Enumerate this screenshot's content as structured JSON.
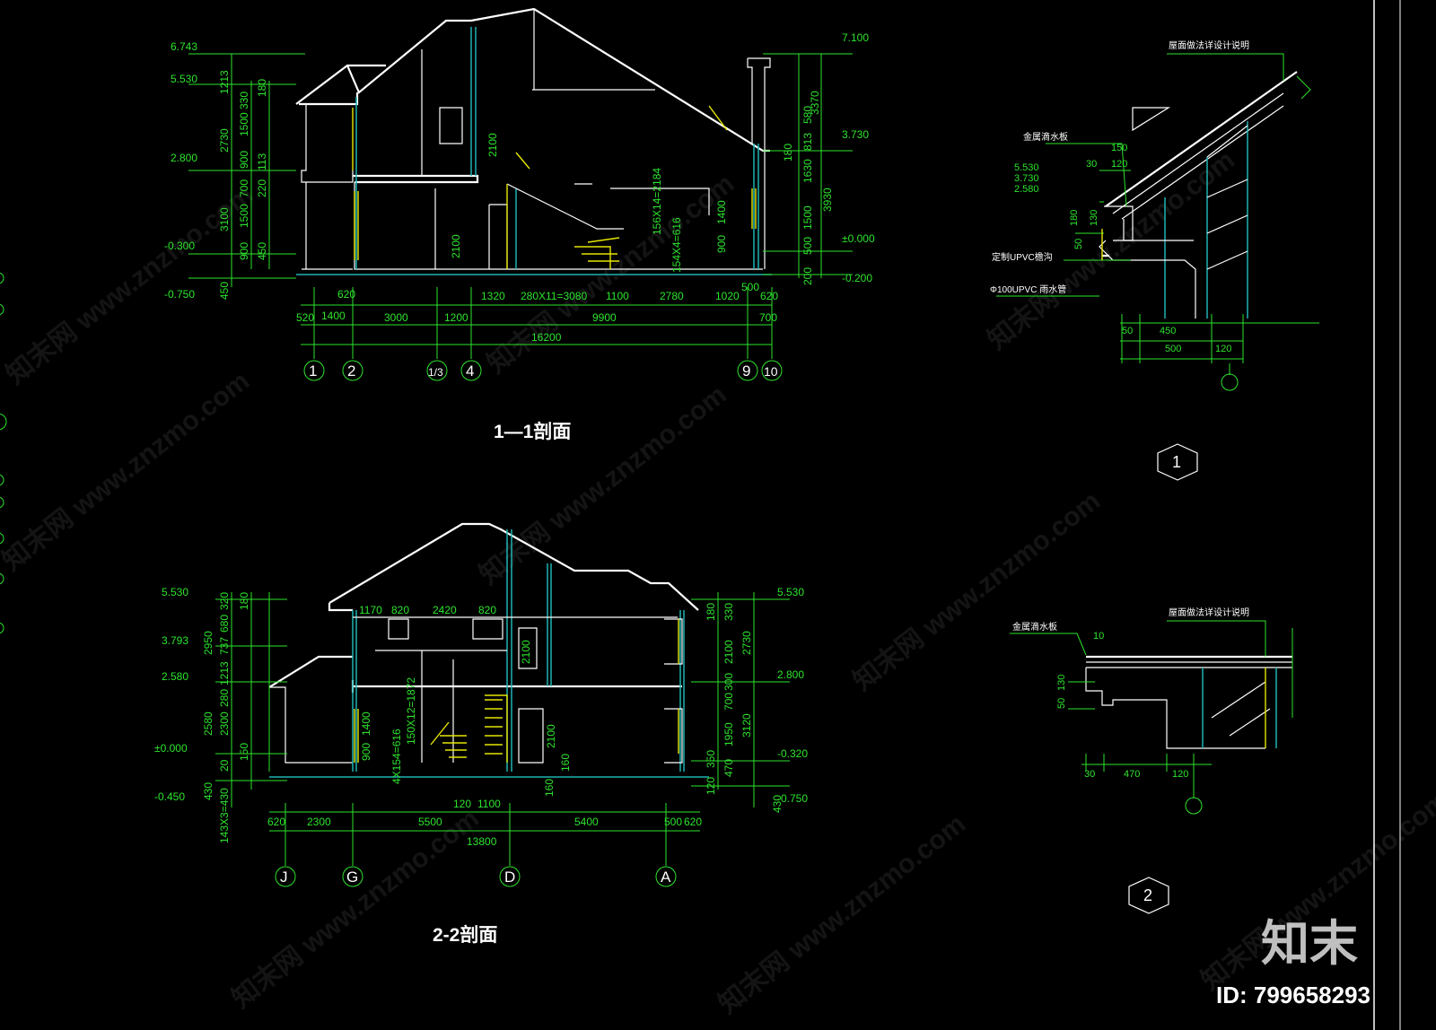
{
  "section_1_1": {
    "title": "1—1剖面",
    "left_elevations": [
      "6.743",
      "5.530",
      "2.800",
      "-0.300",
      "-0.750"
    ],
    "right_elevations": [
      "7.100",
      "3.730",
      "±0.000",
      "-0.200"
    ],
    "left_dims": [
      "1213",
      "2730",
      "3100",
      "450",
      "180",
      "1500",
      "330",
      "900",
      "700",
      "113",
      "220",
      "1500",
      "900",
      "450"
    ],
    "right_dims": [
      "3370",
      "813",
      "580",
      "1630",
      "3930",
      "1500",
      "500",
      "200",
      "180"
    ],
    "inner_dims": [
      "2100",
      "2100",
      "156X14=2184",
      "154X4=616",
      "1400",
      "900"
    ],
    "bottom_dims_row1": [
      "620",
      "1320",
      "280X11=3080",
      "1100",
      "2780",
      "1020",
      "500",
      "620"
    ],
    "bottom_dims_row2": [
      "520",
      "1400",
      "3000",
      "1200",
      "9900",
      "700"
    ],
    "total": "16200",
    "axes": [
      "1",
      "2",
      "1/3",
      "4",
      "9",
      "10"
    ]
  },
  "section_2_2": {
    "title": "2-2剖面",
    "left_elevations": [
      "5.530",
      "3.793",
      "2.580",
      "±0.000",
      "-0.450"
    ],
    "right_elevations": [
      "5.530",
      "2.800",
      "-0.320",
      "-0.750"
    ],
    "left_dims": [
      "320",
      "180",
      "2950",
      "737",
      "680",
      "1213",
      "280",
      "2580",
      "2300",
      "150",
      "20",
      "430",
      "143X3=430"
    ],
    "right_dims": [
      "180",
      "330",
      "2100",
      "2730",
      "300",
      "700",
      "3120",
      "1950",
      "350",
      "470",
      "120",
      "430"
    ],
    "top_dims": [
      "1170",
      "820",
      "2420",
      "820"
    ],
    "inner_dims": [
      "2100",
      "2100",
      "1400",
      "900",
      "150X12=1872",
      "4X154=616",
      "160",
      "160"
    ],
    "bottom_dims_row1": [
      "120",
      "1100"
    ],
    "bottom_dims_row2": [
      "620",
      "2300",
      "5500",
      "5400",
      "500",
      "620"
    ],
    "total": "13800",
    "axes": [
      "J",
      "G",
      "D",
      "A"
    ]
  },
  "detail_1": {
    "label": "1",
    "note_top": "屋面做法详设计说明",
    "note_drip": "金属滴水板",
    "note_gutter": "定制UPVC檐沟",
    "note_pipe": "Φ100UPVC 雨水管",
    "elevations": [
      "5.530",
      "3.730",
      "2.580"
    ],
    "dims": [
      "150",
      "30",
      "120",
      "180",
      "50",
      "130",
      "50",
      "450",
      "500",
      "120"
    ]
  },
  "detail_2": {
    "label": "2",
    "note_top": "屋面做法详设计说明",
    "note_drip": "金属滴水板",
    "dims": [
      "10",
      "50",
      "130",
      "30",
      "470",
      "120"
    ]
  },
  "watermark": {
    "brand": "知末",
    "image_id": "ID: 799658293",
    "site": "知末网 www.znzmo.com"
  },
  "colors": {
    "background": "#000000",
    "dimension": "#2de32d",
    "outline": "#ffffff",
    "wall": "#1fb3b3",
    "glass": "#e6e600"
  }
}
